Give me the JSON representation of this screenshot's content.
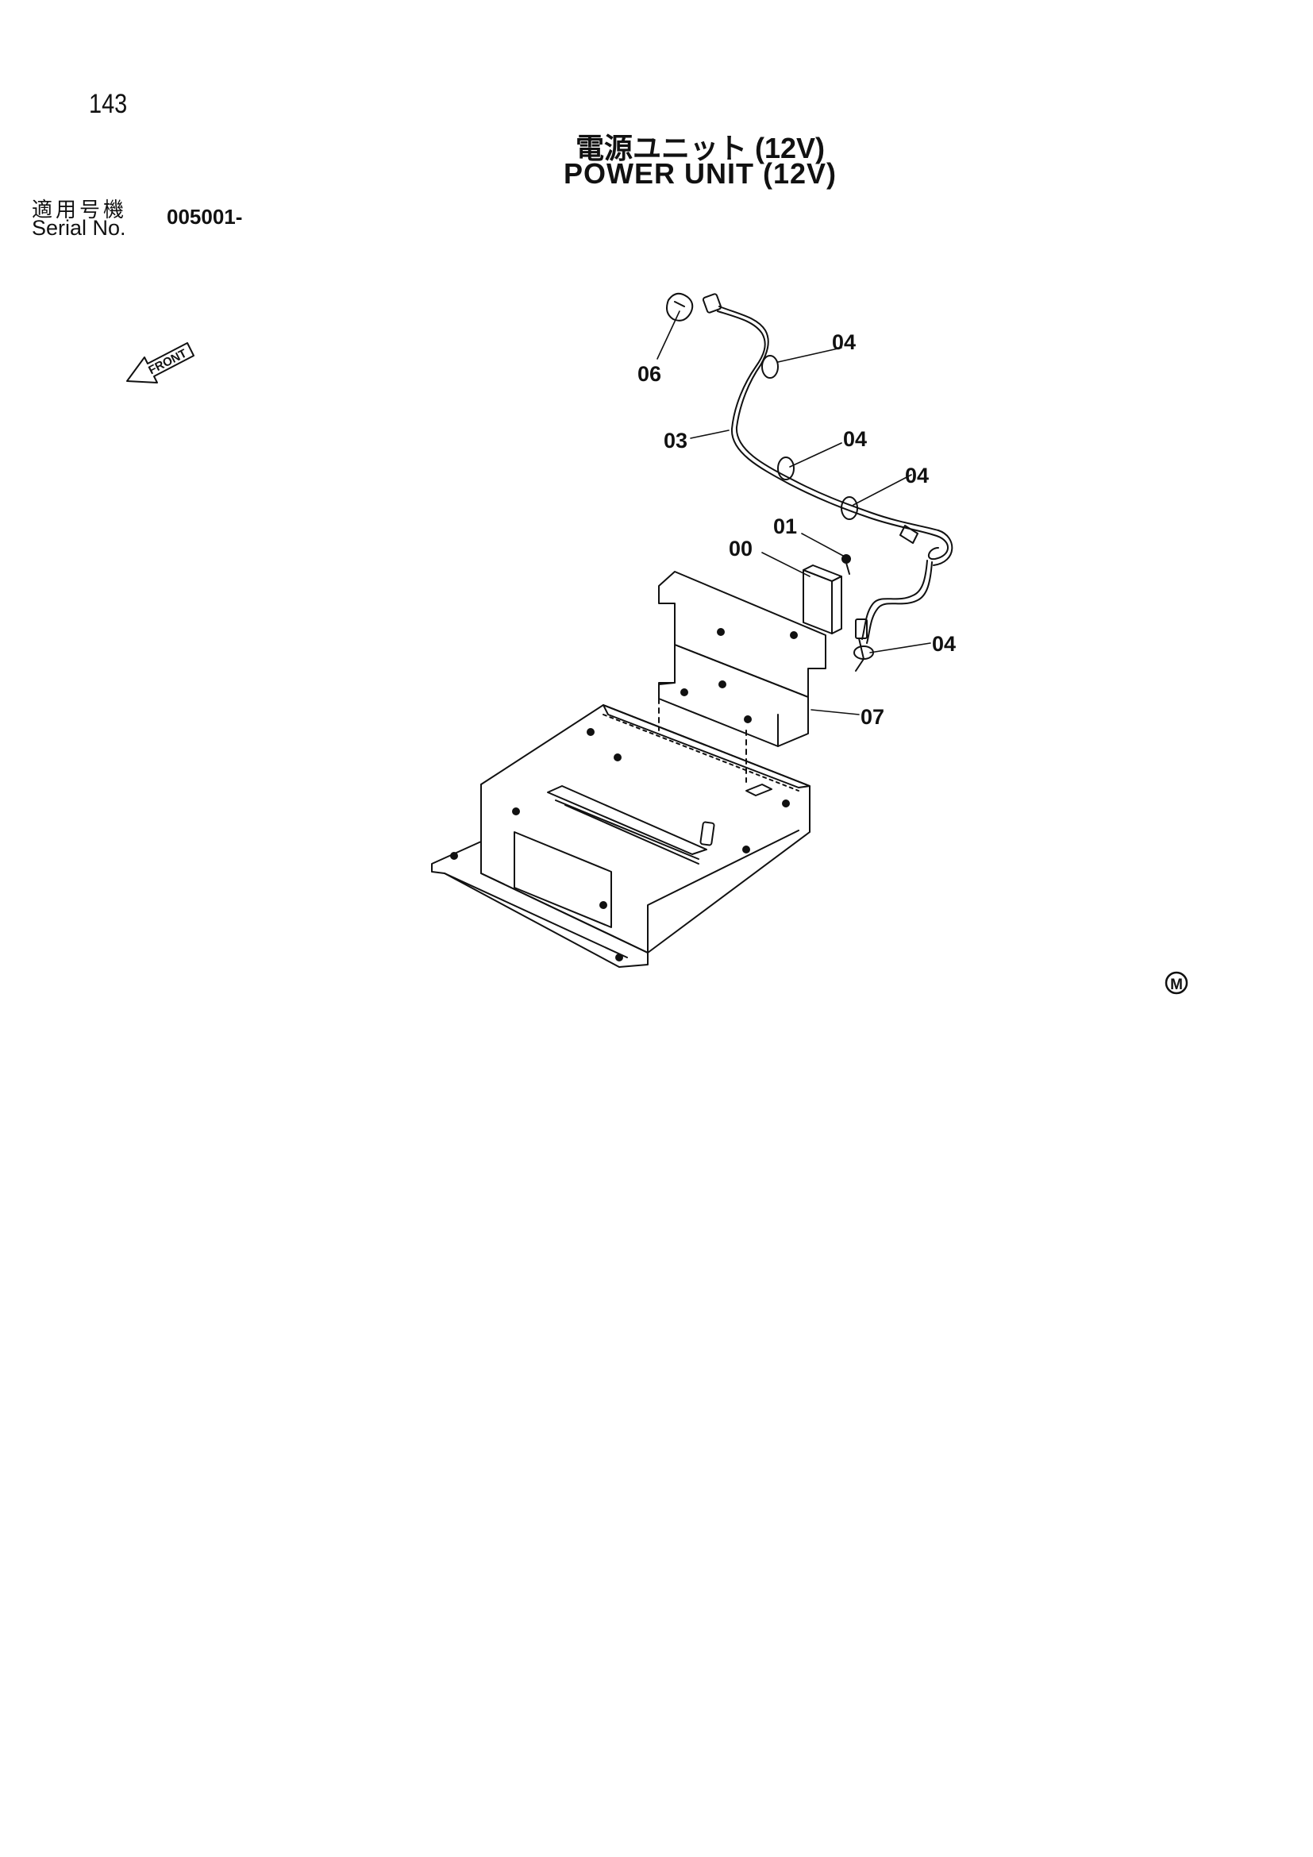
{
  "page": {
    "number": "143",
    "title_ja": "電源ユニット (12V)",
    "title_en": "POWER UNIT (12V)",
    "serial_label_ja": "適用号機",
    "serial_label_en": "Serial No.",
    "serial_value": "005001-"
  },
  "diagram": {
    "front_indicator": "FRONT",
    "mark": "M",
    "callouts": [
      "06",
      "04",
      "03",
      "04",
      "04",
      "01",
      "00",
      "04",
      "07"
    ]
  }
}
